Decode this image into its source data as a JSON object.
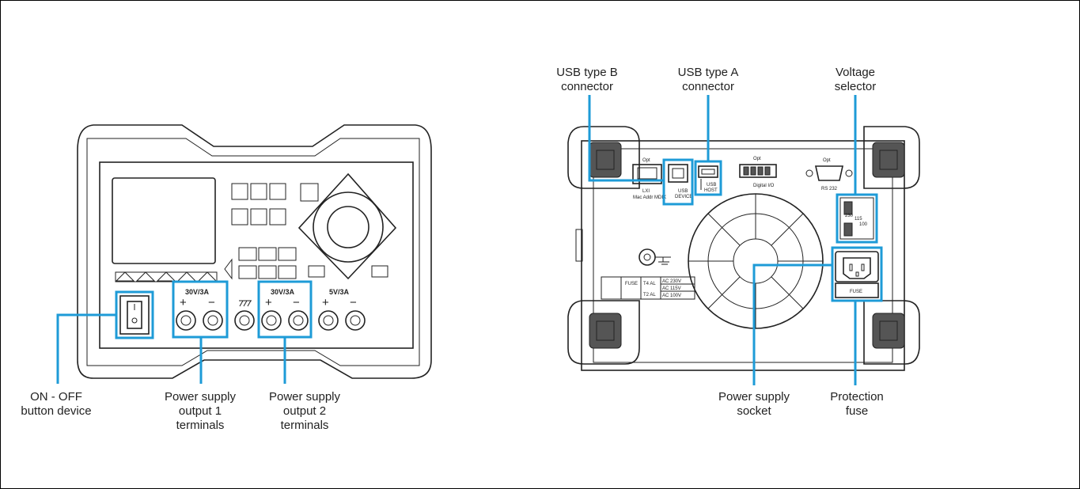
{
  "colors": {
    "callout": "#1e9bd7",
    "outline": "#222222"
  },
  "front": {
    "out1_rating": "30V/3A",
    "out2_rating": "30V/3A",
    "out3_rating": "5V/3A",
    "plus": "+",
    "minus": "−",
    "labels": {
      "onoff": [
        "ON - OFF",
        "button device"
      ],
      "output1": [
        "Power supply",
        "output 1",
        "terminals"
      ],
      "output2": [
        "Power supply",
        "output 2",
        "terminals"
      ]
    }
  },
  "rear": {
    "opt1": "Opt",
    "opt2": "Opt",
    "opt3": "Opt",
    "lan": "LXI",
    "lan_sub": "Mac Addr MDIX",
    "usb_device": "USB",
    "usb_device_sub": "DEVICE",
    "usb_host": "USB",
    "usb_host_sub": "HOST",
    "digital_io": "Digital I/O",
    "rs232": "RS 232",
    "fuse_tag": "FUSE",
    "selector_marks": [
      "230",
      "115",
      "100"
    ],
    "spec_table": [
      "FUSE",
      "AC 230V",
      "AC 115V",
      "AC 100V",
      "T4 AL",
      "T2 AL"
    ],
    "labels": {
      "usb_b": [
        "USB type B",
        "connector"
      ],
      "usb_a": [
        "USB type A",
        "connector"
      ],
      "voltage": [
        "Voltage",
        "selector"
      ],
      "socket": [
        "Power supply",
        "socket"
      ],
      "fuse": [
        "Protection",
        "fuse"
      ]
    }
  }
}
